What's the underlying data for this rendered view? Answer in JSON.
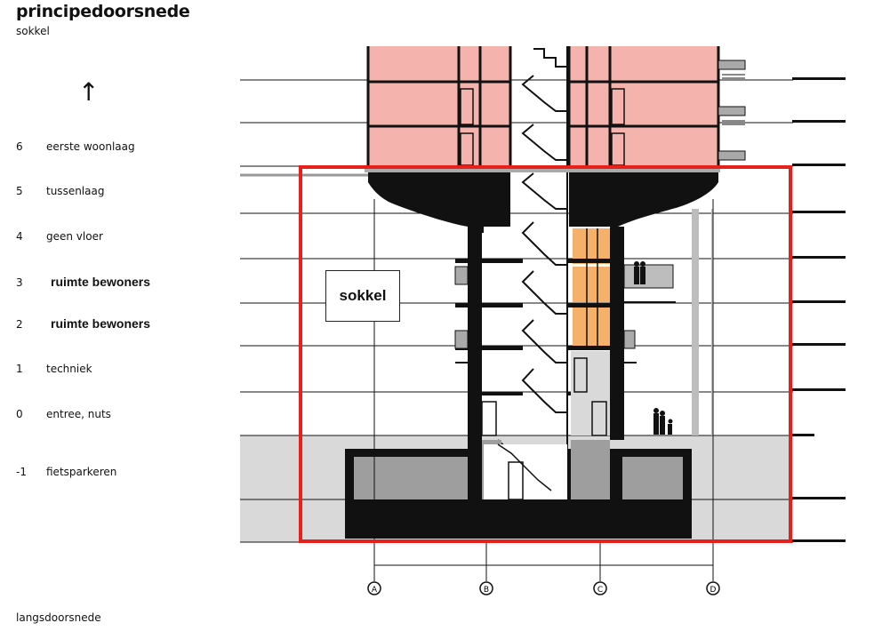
{
  "title": "principedoorsnede",
  "subtitle": "sokkel",
  "legend": [
    {
      "level": "6",
      "label": "eerste woonlaag",
      "emphasis": false
    },
    {
      "level": "5",
      "label": "tussenlaag",
      "emphasis": false
    },
    {
      "level": "4",
      "label": "geen vloer",
      "emphasis": false
    },
    {
      "level": "3",
      "label": "ruimte bewoners",
      "emphasis": true
    },
    {
      "level": "2",
      "label": "ruimte bewoners",
      "emphasis": true
    },
    {
      "level": "1",
      "label": "techniek",
      "emphasis": false
    },
    {
      "level": "0",
      "label": "entree, nuts",
      "emphasis": false
    },
    {
      "level": "-1",
      "label": "fietsparkeren",
      "emphasis": false
    }
  ],
  "callout": "sokkel",
  "grid_axes": [
    "A",
    "B",
    "C",
    "D"
  ],
  "footer": "langsdoorsnede",
  "colors": {
    "dwellings": "#f4b3ad",
    "resident_space": "#f5b06a",
    "structure": "#111111",
    "plinth_fill": "#d9d9d9",
    "highlight": "#e8201b"
  }
}
